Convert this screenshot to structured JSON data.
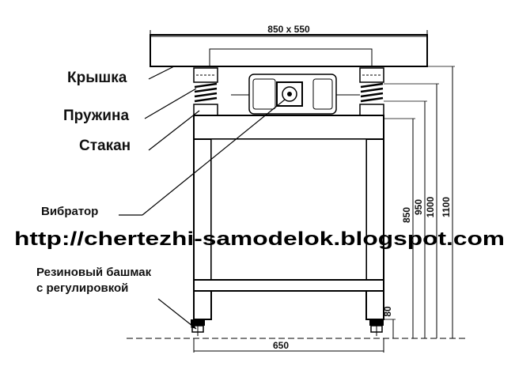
{
  "labels": {
    "top_dimension": "850 x 550",
    "lid": "Крышка",
    "spring": "Пружина",
    "cup": "Стакан",
    "vibrator": "Вибратор",
    "rubber_foot_line1": "Резиновый башмак",
    "rubber_foot_line2": "с регулировкой",
    "bottom_width": "650",
    "watermark_url": "http://chertezhi-samodelok.blogspot.com"
  },
  "dimensions": {
    "height_850": "850",
    "height_950": "950",
    "height_1000": "1000",
    "height_1100": "1100",
    "foot_80": "80"
  },
  "colors": {
    "ink": "#000000",
    "paper": "#ffffff"
  }
}
